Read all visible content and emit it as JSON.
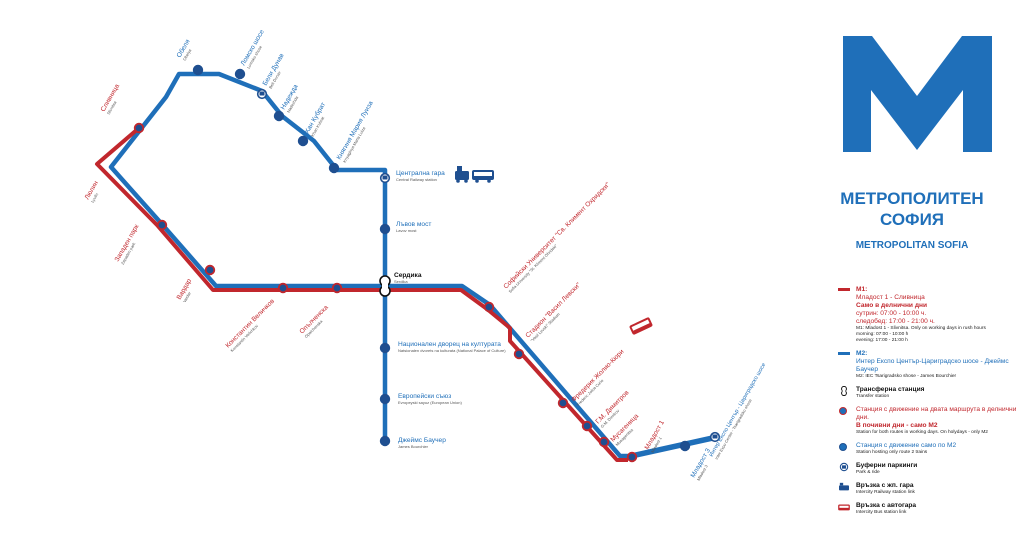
{
  "brand": {
    "title_line1": "МЕТРОПОЛИТЕН",
    "title_line2": "СОФИЯ",
    "subtitle": "METROPOLITAN SOFIA"
  },
  "colors": {
    "m1": "#c1272d",
    "m2": "#1f6fb9",
    "station_fill": "#1f4f90"
  },
  "stations": [
    {
      "id": "slivnitsa",
      "name": "Сливница",
      "latin": "Slivnitsa",
      "line": "both"
    },
    {
      "id": "lyulin",
      "name": "Люлин",
      "latin": "Lyulin",
      "line": "both"
    },
    {
      "id": "zapaden_park",
      "name": "Западен парк",
      "latin": "Zapaden park",
      "line": "both"
    },
    {
      "id": "vardar",
      "name": "Вардар",
      "latin": "Vardar",
      "line": "both"
    },
    {
      "id": "konstantin",
      "name": "Константин Величков",
      "latin": "Konstantin Velichkov",
      "line": "both"
    },
    {
      "id": "opalchenska",
      "name": "Опълченска",
      "latin": "Opalchenska",
      "line": "both"
    },
    {
      "id": "serdika",
      "name": "Сердика",
      "latin": "Serdika",
      "line": "transfer"
    },
    {
      "id": "sofia_uni",
      "name": "Софийски Университет \"Св. Климент Охридски\"",
      "latin": "Sofia University \"St. Kliment Ohridski\"",
      "line": "both"
    },
    {
      "id": "vasil_levski",
      "name": "Стадион \"Васил Левски\"",
      "latin": "\"Vasil Levski\" Stadium",
      "line": "both"
    },
    {
      "id": "joliot_curie",
      "name": "Фредерик Жолио-Кюри",
      "latin": "Frederic Joliot-Curie",
      "line": "both"
    },
    {
      "id": "gm_dimitrov",
      "name": "Г.М. Димитров",
      "latin": "G.M. Dimitrov",
      "line": "both"
    },
    {
      "id": "musagenitsa",
      "name": "Мусагеница",
      "latin": "Musagenitsa",
      "line": "both"
    },
    {
      "id": "mladost1",
      "name": "Младост 1",
      "latin": "Mladost 1",
      "line": "both"
    },
    {
      "id": "mladost3",
      "name": "Младост 3",
      "latin": "Mladost 3",
      "line": "m2"
    },
    {
      "id": "iec",
      "name": "Интер Експо Център - Цариградско шосе",
      "latin": "Inter Expo Center - Tsarigradsko shose",
      "line": "m2"
    },
    {
      "id": "obelya",
      "name": "Обеля",
      "latin": "Obelya",
      "line": "m2"
    },
    {
      "id": "lomsko",
      "name": "Ломско шосе",
      "latin": "Lomsko shose",
      "line": "m2"
    },
    {
      "id": "beli_dunav",
      "name": "Бели Дунав",
      "latin": "Beli Dunav",
      "line": "m2"
    },
    {
      "id": "nadezhda",
      "name": "Надежда",
      "latin": "Nadezhda",
      "line": "m2"
    },
    {
      "id": "han_kubrat",
      "name": "Хан Кубрат",
      "latin": "Khan Kubrat",
      "line": "m2"
    },
    {
      "id": "knyaginya",
      "name": "Княгиня Мария Луиза",
      "latin": "Knyaginya Maria Luiza",
      "line": "m2"
    },
    {
      "id": "central_station",
      "name": "Централна гара",
      "latin": "Central Railway station",
      "line": "m2"
    },
    {
      "id": "lavov_most",
      "name": "Лъвов мост",
      "latin": "Lavov most",
      "line": "m2"
    },
    {
      "id": "ndk",
      "name": "Национален дворец на културата",
      "latin": "Natsionalen dvorets na kulturata (National Palace of Culture)",
      "line": "m2"
    },
    {
      "id": "eu",
      "name": "Европейски съюз",
      "latin": "Evropeyski sayuz (European Union)",
      "line": "m2"
    },
    {
      "id": "bourchier",
      "name": "Джеймс Баучер",
      "latin": "James Bourchier",
      "line": "m2"
    }
  ],
  "legend": {
    "m1_title": "М1:",
    "m1_route": "Младост 1 - Сливница",
    "m1_weekday": "Само в делнични дни",
    "m1_morning": "сутрин:          07:00 - 10:00 ч.",
    "m1_evening": "следобед:       17:00 - 21:00 ч.",
    "m1_en1": "M1: Mladost 1 - Slivnitsa. Only on working days in rush hours",
    "m1_en2": "morning:   07:00 - 10:00 h",
    "m1_en3": "evening:   17:00 - 21:00 h",
    "m2_title": "М2:",
    "m2_route": "Интер Експо Център-Цариградско шосе - Джеймс Баучер",
    "m2_en": "M2: IEC Tsarigradsko shose - James Bourchier",
    "transfer": "Трансферна станция",
    "transfer_en": "Transfer station",
    "both_routes": "Станция с движение на двата маршрута в делнични дни.",
    "both_holiday": "В почивни дни - само М2",
    "both_en": "Station for both routes in working days. On holydays - only M2",
    "m2_only": "Станция с движение само по М2",
    "m2_only_en": "Station hosting only route 2 trains",
    "parking": "Буферни паркинги",
    "parking_en": "Park & ride",
    "rail": "Връзка с жп. гара",
    "rail_en": "Intercity Railway station link",
    "bus": "Връзка с автогара",
    "bus_en": "Intercity Bus station link"
  }
}
